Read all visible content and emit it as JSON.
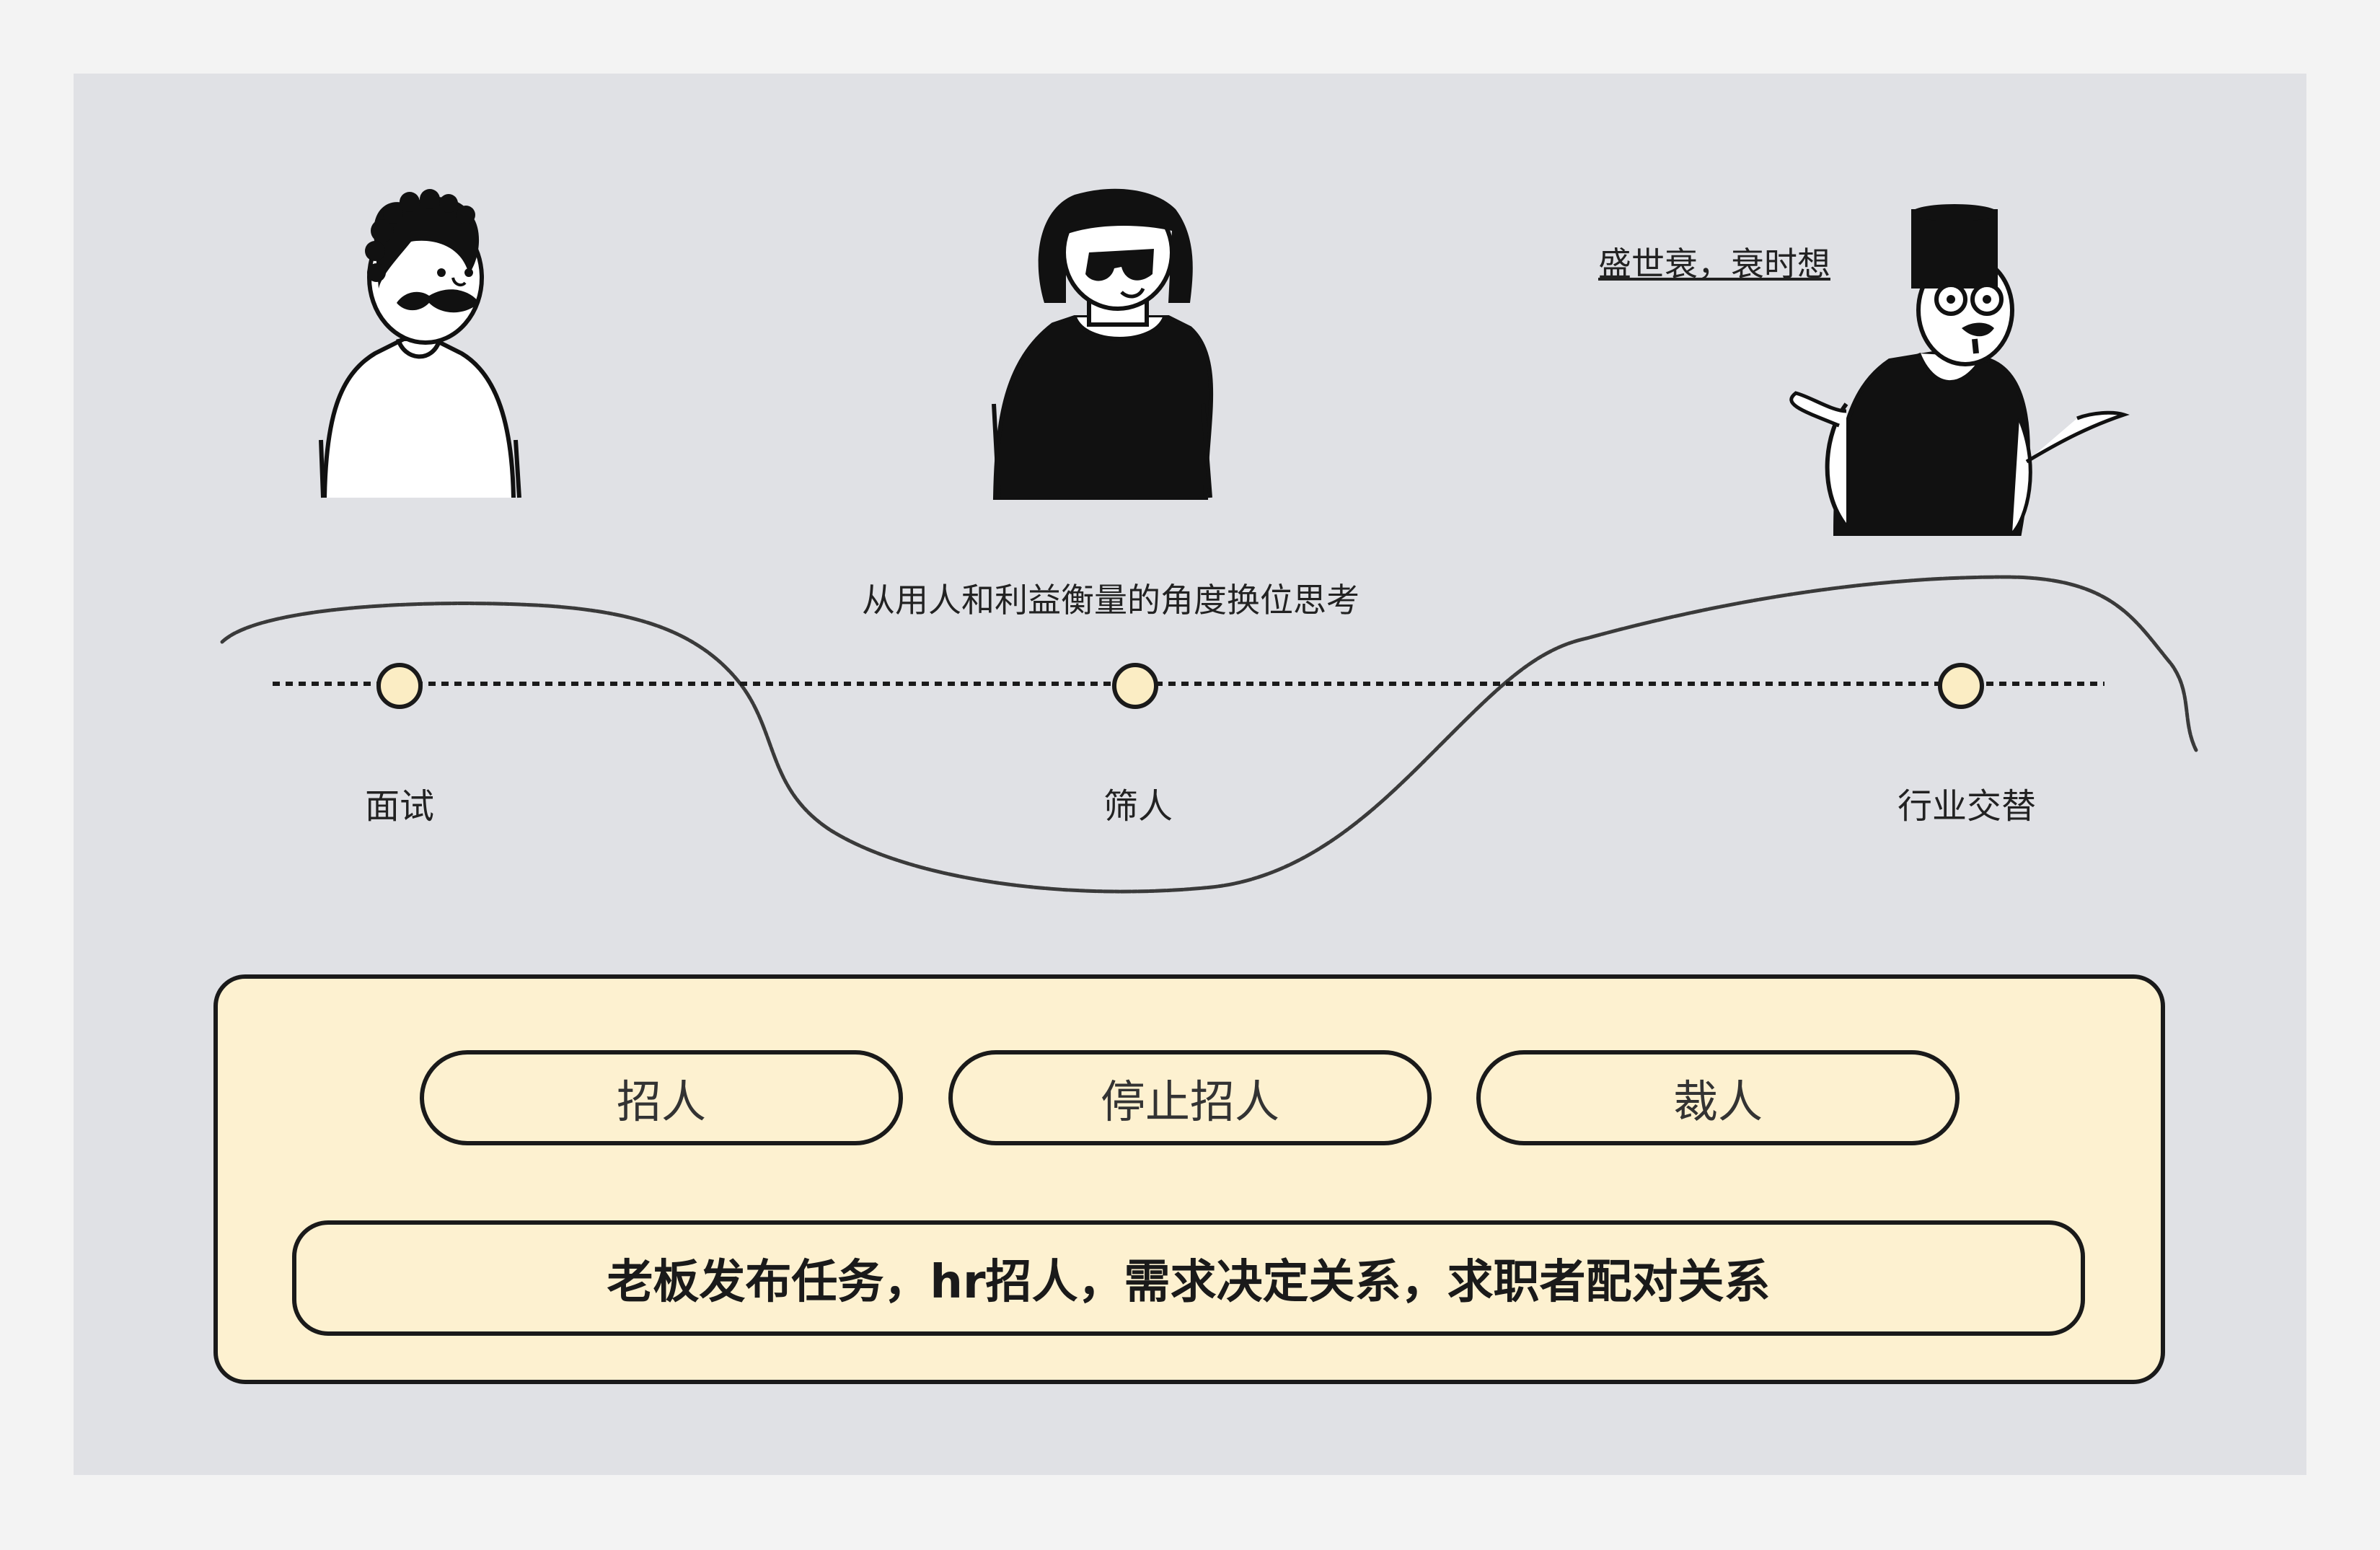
{
  "subtitle": "从用人和利益衡量的角度换位思考",
  "quote": "盛世衰，衰时想",
  "timeline": {
    "stages": [
      {
        "label": "面试"
      },
      {
        "label": "筛人"
      },
      {
        "label": "行业交替"
      }
    ]
  },
  "panel": {
    "actions": [
      "招人",
      "停止招人",
      "裁人"
    ],
    "summary": "老板发布任务，hr招人，需求决定关系，求职者配对关系"
  },
  "colors": {
    "background": "#e0e1e5",
    "panel_fill": "#fdf1d0",
    "node_fill": "#fbedc4",
    "outline": "#1a1a1a"
  }
}
